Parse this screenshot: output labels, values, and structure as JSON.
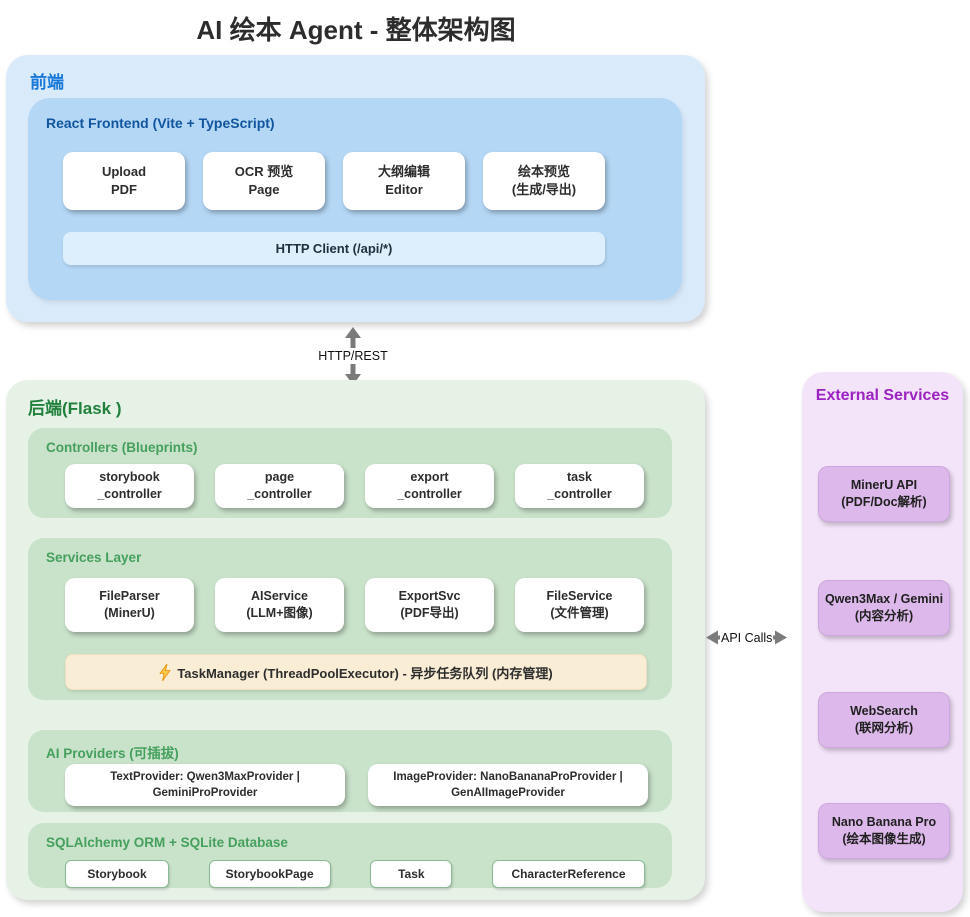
{
  "title": "AI 绘本 Agent - 整体架构图",
  "colors": {
    "frontend_bg": "#d9eafb",
    "frontend_inner_bg": "#b4d7f5",
    "frontend_header_text": "#1878d8",
    "frontend_inner_header_text": "#11559e",
    "http_bar_bg": "#ddeefc",
    "backend_bg": "#e6f2e6",
    "backend_header_text": "#20803c",
    "backend_panel_bg": "#c9e2ca",
    "backend_panel_header_text": "#45a05d",
    "task_bar_bg": "#f9eed5",
    "lightning_yellow": "#ffc94d",
    "external_bg": "#f3e4fa",
    "external_header_text": "#9c22c1",
    "external_card_bg": "#dcb9ea",
    "arrow_gray": "#7b7b7b"
  },
  "frontend": {
    "label": "前端",
    "inner_label": "React Frontend (Vite + TypeScript)",
    "cards": [
      {
        "line1": "Upload",
        "line2": "PDF"
      },
      {
        "line1": "OCR 预览",
        "line2": "Page"
      },
      {
        "line1": "大纲编辑",
        "line2": "Editor"
      },
      {
        "line1": "绘本预览",
        "line2": "(生成/导出)"
      }
    ],
    "http_client_label": "HTTP Client (/api/*)"
  },
  "connectors": {
    "http_rest_label": "HTTP/REST",
    "api_calls_label": "API Calls"
  },
  "backend": {
    "label": "后端(Flask )",
    "controllers": {
      "label": "Controllers (Blueprints)",
      "cards": [
        {
          "line1": "storybook",
          "line2": "_controller"
        },
        {
          "line1": "page",
          "line2": "_controller"
        },
        {
          "line1": "export",
          "line2": "_controller"
        },
        {
          "line1": "task",
          "line2": "_controller"
        }
      ]
    },
    "services": {
      "label": "Services Layer",
      "cards": [
        {
          "line1": "FileParser",
          "line2": "(MinerU)"
        },
        {
          "line1": "AIService",
          "line2": "(LLM+图像)"
        },
        {
          "line1": "ExportSvc",
          "line2": "(PDF导出)"
        },
        {
          "line1": "FileService",
          "line2": "(文件管理)"
        }
      ],
      "task_manager_label": "TaskManager (ThreadPoolExecutor) - 异步任务队列 (内存管理)"
    },
    "providers": {
      "label": "AI Providers (可插拔)",
      "cards": [
        {
          "line1": "TextProvider: Qwen3MaxProvider |",
          "line2": "GeminiProProvider"
        },
        {
          "line1": "ImageProvider: NanoBananaProProvider |",
          "line2": "GenAIImageProvider"
        }
      ]
    },
    "database": {
      "label": "SQLAlchemy ORM + SQLite Database",
      "cards": [
        "Storybook",
        "StorybookPage",
        "Task",
        "CharacterReference"
      ]
    }
  },
  "external": {
    "label": "External Services",
    "cards": [
      {
        "line1": "MinerU API",
        "line2": "(PDF/Doc解析)"
      },
      {
        "line1": "Qwen3Max / Gemini",
        "line2": "(内容分析)"
      },
      {
        "line1": "WebSearch",
        "line2": "(联网分析)"
      },
      {
        "line1": "Nano Banana Pro",
        "line2": "(绘本图像生成)"
      }
    ]
  }
}
